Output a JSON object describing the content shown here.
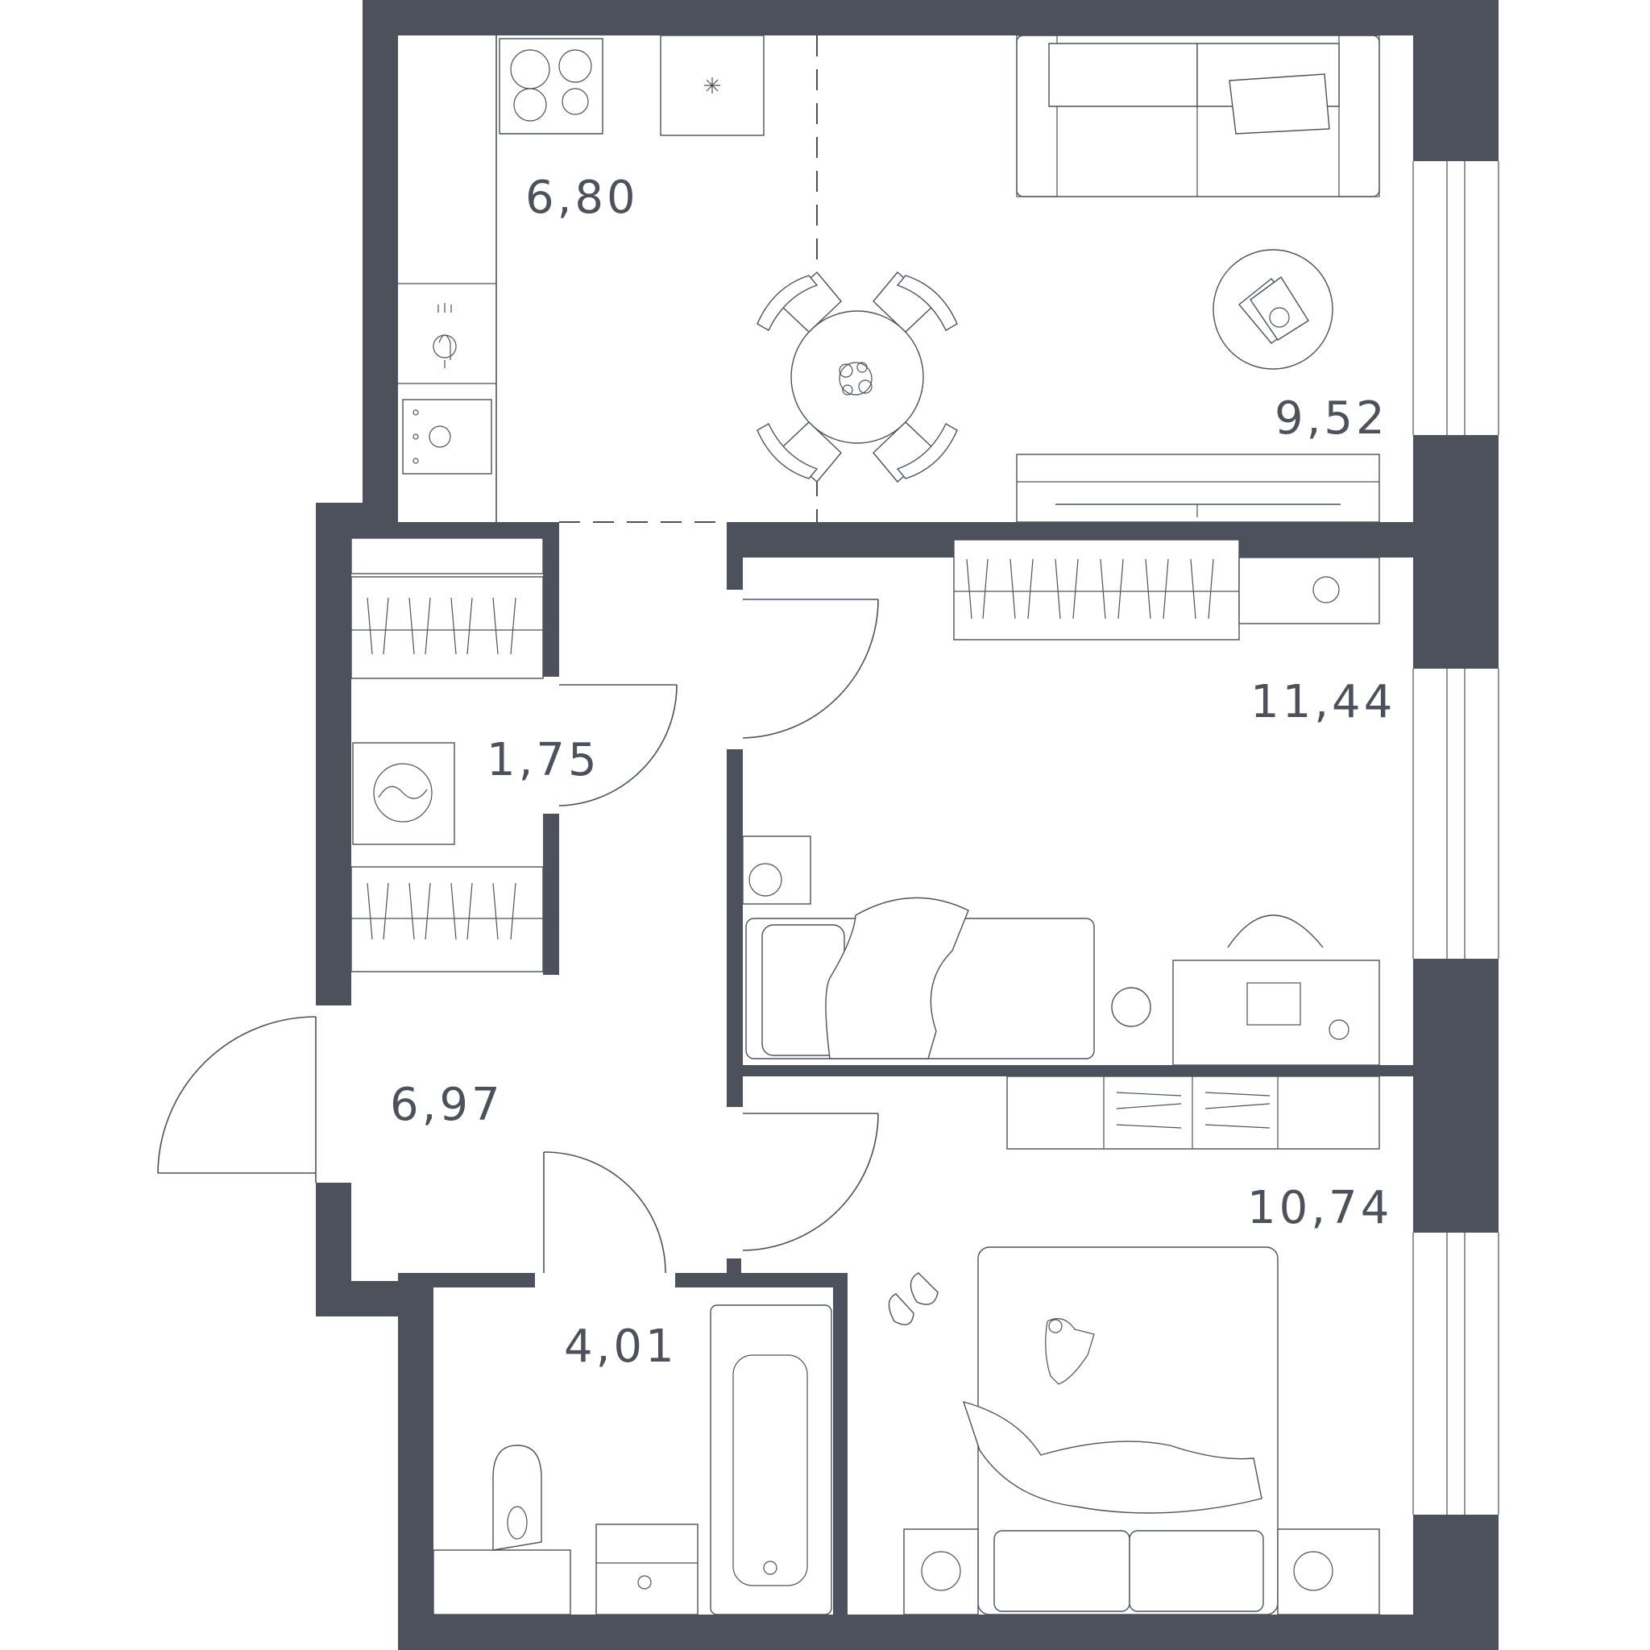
{
  "rooms": [
    {
      "id": "kitchen",
      "area": "6,80"
    },
    {
      "id": "living",
      "area": "9,52"
    },
    {
      "id": "bedroom-1",
      "area": "11,44"
    },
    {
      "id": "storage",
      "area": "1,75"
    },
    {
      "id": "hallway",
      "area": "6,97"
    },
    {
      "id": "bedroom-2",
      "area": "10,74"
    },
    {
      "id": "bathroom",
      "area": "4,01"
    }
  ],
  "colors": {
    "wall": "#4c515c",
    "background": "#ffffff"
  }
}
